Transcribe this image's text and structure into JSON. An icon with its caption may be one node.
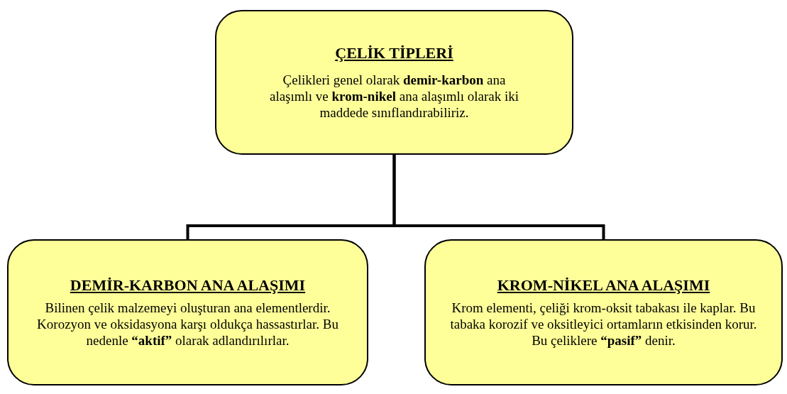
{
  "diagram": {
    "nodes": [
      {
        "text": [
          "ÇELİK TİPLERİ",
          "Çelikleri genel olarak **demir-karbon** ana alaşımlı ve **krom-nikel** ana alaşımlı olarak iki maddede sınıflandırabiliriz."
        ]
      },
      {
        "text": [
          "DEMİR-KARBON ANA ALAŞIMI",
          "Bilinen çelik malzemeyi oluşturan ana elementlerdir. Korozyon ve oksidasyona karşı oldukça hassastırlar. Bu nedenle **“aktif”** olarak adlandırılırlar."
        ]
      },
      {
        "text": [
          "KROM-NİKEL ANA ALAŞIMI",
          "Krom elementi, çeliği krom-oksit tabakası ile kaplar. Bu tabaka korozif ve oksitleyici ortamların etkisinden korur. Bu çeliklere **“pasif”** denir."
        ]
      }
    ],
    "edges": [
      {
        "from": 0,
        "to": 1,
        "arrow": "none"
      },
      {
        "from": 0,
        "to": 2,
        "arrow": "none"
      }
    ]
  }
}
